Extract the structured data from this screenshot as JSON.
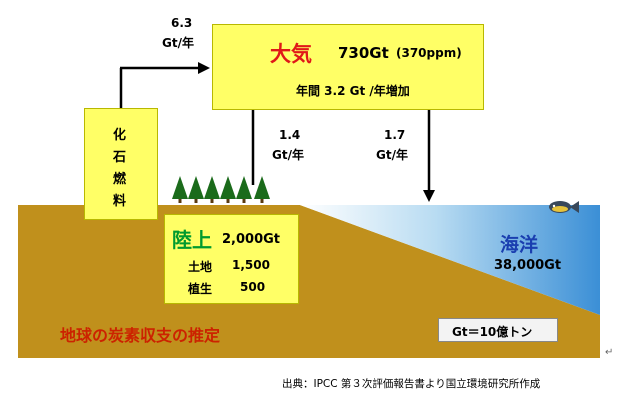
{
  "flows": {
    "fossil_emission": {
      "value": "6.3",
      "unit": "Gt/年"
    },
    "land_uptake": {
      "value": "1.4",
      "unit": "Gt/年"
    },
    "ocean_uptake": {
      "value": "1.7",
      "unit": "Gt/年"
    }
  },
  "atmosphere": {
    "name": "大気",
    "amount": "730Gt",
    "ppm": "(370ppm)",
    "increase": "年間 3.2 Gt /年増加"
  },
  "fossil_fuel": {
    "chars": [
      "化",
      "石",
      "燃",
      "料"
    ]
  },
  "land": {
    "name": "陸上",
    "amount": "2,000Gt",
    "rows": [
      {
        "label": "土地",
        "value": "1,500"
      },
      {
        "label": "植生",
        "value": "500"
      }
    ]
  },
  "ocean": {
    "name": "海洋",
    "amount": "38,000Gt"
  },
  "title": "地球の炭素収支の推定",
  "unit_note": "Gt＝10億トン",
  "source": "出典：IPCC 第３次評価報告書より国立環境研究所作成",
  "return_mark": "↵",
  "colors": {
    "soil": "#c0901c",
    "box_yellow": "#ffff66",
    "atmosphere_label": "#e01818",
    "land_label": "#009a2e",
    "ocean_label": "#1a3fb0",
    "title": "#cc2200",
    "tree": "#1b6b1b"
  }
}
